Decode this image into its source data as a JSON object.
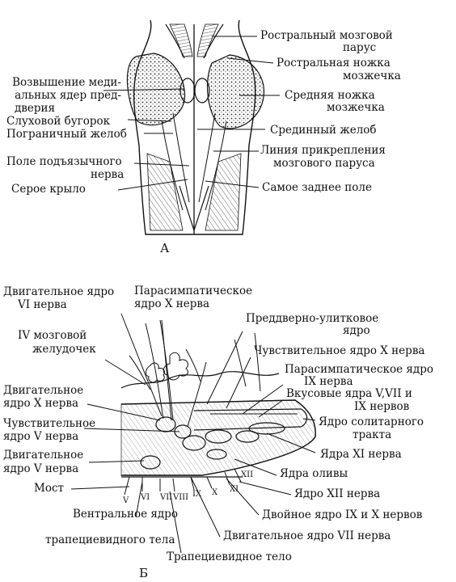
{
  "figure_a": {
    "caption": "А",
    "labels": [
      {
        "id": "rostral-velum",
        "lines": [
          "Ростральный мозговой",
          "парус"
        ]
      },
      {
        "id": "rostral-peduncle",
        "lines": [
          "Ростральная ножка",
          "мозжечка"
        ]
      },
      {
        "id": "medial-eminence",
        "lines": [
          "Возвышение меди-",
          "альных ядер пред-",
          "дверия"
        ]
      },
      {
        "id": "middle-peduncle",
        "lines": [
          "Средняя ножка",
          "мозжечка"
        ]
      },
      {
        "id": "acoustic-tubercle",
        "lines": [
          "Слуховой бугорок"
        ]
      },
      {
        "id": "sulcus-limitans",
        "lines": [
          "Пограничный желоб"
        ]
      },
      {
        "id": "median-sulcus",
        "lines": [
          "Срединный желоб"
        ]
      },
      {
        "id": "hypoglossal-field",
        "lines": [
          "Поле подъязычного",
          "нерва"
        ]
      },
      {
        "id": "velum-attachment",
        "lines": [
          "Линия прикрепления",
          "мозгового паруса"
        ]
      },
      {
        "id": "ala-cinerea",
        "lines": [
          "Серое крыло"
        ]
      },
      {
        "id": "area-postrema",
        "lines": [
          "Самое заднее поле"
        ]
      }
    ]
  },
  "figure_b": {
    "caption": "Б",
    "labels": [
      {
        "id": "motor-nucleus-vi",
        "lines": [
          "Двигательное ядро",
          "VI нерва"
        ]
      },
      {
        "id": "parasymp-nucleus-x",
        "lines": [
          "Парасимпатическое",
          "ядро X нерва"
        ]
      },
      {
        "id": "vestibulocochlear-nucleus",
        "lines": [
          "Преддверно-улитковое",
          "ядро"
        ]
      },
      {
        "id": "fourth-ventricle",
        "lines": [
          "IV мозговой",
          "желудочек"
        ]
      },
      {
        "id": "sensory-nucleus-x",
        "lines": [
          "Чувствительное ядро X нерва"
        ]
      },
      {
        "id": "parasymp-nucleus-ix",
        "lines": [
          "Парасимпатическое ядро",
          "IX нерва"
        ]
      },
      {
        "id": "motor-nucleus-x",
        "lines": [
          "Двигательное",
          "ядро X нерва"
        ]
      },
      {
        "id": "gustatory-nuclei",
        "lines": [
          "Вкусовые ядра V,VII и",
          "IX нервов"
        ]
      },
      {
        "id": "sensory-nucleus-v",
        "lines": [
          "Чувствительное",
          "ядро V нерва"
        ]
      },
      {
        "id": "solitary-tract-nucleus",
        "lines": [
          "Ядро солитарного",
          "тракта"
        ]
      },
      {
        "id": "motor-nucleus-v",
        "lines": [
          "Двигательное",
          "ядро V нерва"
        ]
      },
      {
        "id": "nuclei-xi",
        "lines": [
          "Ядра XI нерва"
        ]
      },
      {
        "id": "olive-nuclei",
        "lines": [
          "Ядра оливы"
        ]
      },
      {
        "id": "pons",
        "lines": [
          "Мост"
        ]
      },
      {
        "id": "nucleus-xii",
        "lines": [
          "Ядро XII нерва"
        ]
      },
      {
        "id": "ambiguus",
        "lines": [
          "Двойное ядро IX и X нервов"
        ]
      },
      {
        "id": "ventral-trapezoid-nucleus",
        "lines": [
          "Вентральное ядро",
          "трапециевидного тела"
        ]
      },
      {
        "id": "motor-nucleus-vii",
        "lines": [
          "Двигательное ядро VII нерва"
        ]
      },
      {
        "id": "trapezoid-body",
        "lines": [
          "Трапециевидное тело"
        ]
      }
    ],
    "nerve_marks": [
      "V",
      "VI",
      "VII",
      "VIII",
      "IX",
      "X",
      "XI",
      "XII"
    ]
  }
}
